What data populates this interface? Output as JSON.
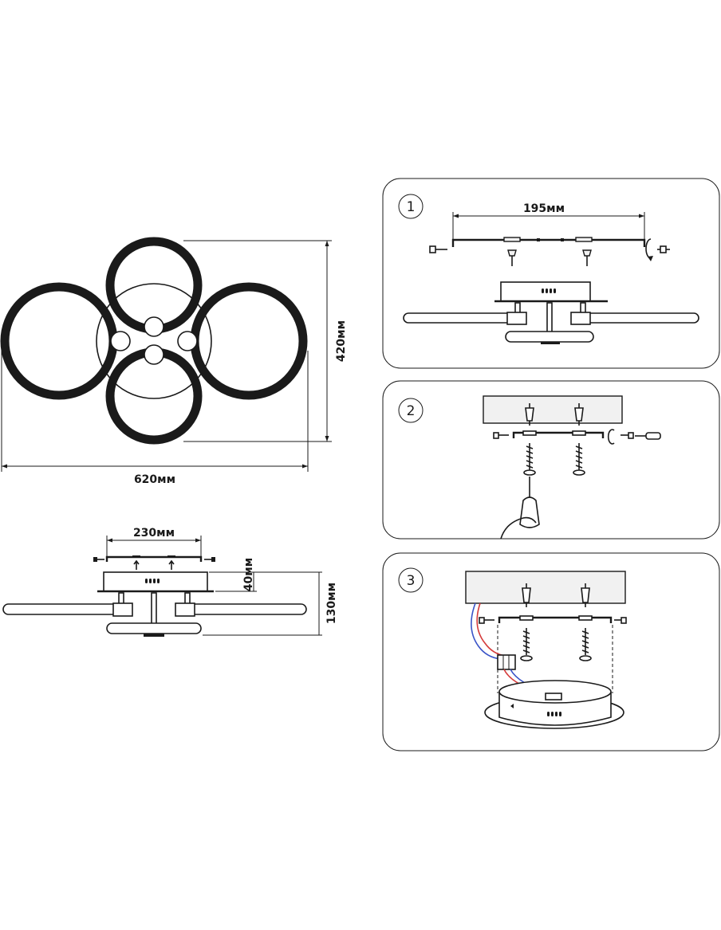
{
  "dimensions": {
    "width": "620мм",
    "height": "420мм",
    "mount_width": "230мм",
    "mount_height": "40мм",
    "total_height": "130мм",
    "bracket_width": "195мм"
  },
  "steps": [
    {
      "number": "1"
    },
    {
      "number": "2"
    },
    {
      "number": "3"
    }
  ],
  "colors": {
    "line": "#1a1a1a",
    "wire_red": "#d43a3a",
    "wire_blue": "#3a54c8"
  }
}
